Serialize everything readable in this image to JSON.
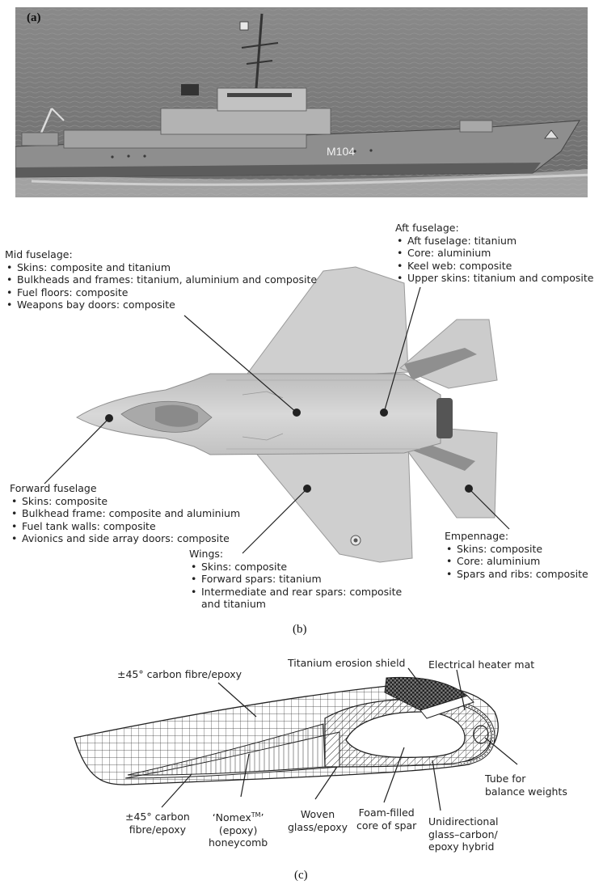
{
  "panel_a": {
    "label": "(a)",
    "hull_number": "M104"
  },
  "panel_b": {
    "caption": "(b)",
    "mid_fuselage": {
      "title": "Mid fuselage:",
      "items": [
        "Skins: composite and titanium",
        "Bulkheads and frames: titanium, aluminium and composite",
        "Fuel floors: composite",
        "Weapons bay doors: composite"
      ]
    },
    "aft_fuselage": {
      "title": "Aft fuselage:",
      "items": [
        "Aft fuselage: titanium",
        "Core: aluminium",
        "Keel web: composite",
        "Upper skins: titanium and composite"
      ]
    },
    "forward_fuselage": {
      "title": "Forward fuselage",
      "items": [
        "Skins: composite",
        "Bulkhead frame: composite and aluminium",
        "Fuel tank walls: composite",
        "Avionics and side array doors: composite"
      ]
    },
    "wings": {
      "title": "Wings:",
      "items": [
        "Skins: composite",
        "Forward spars: titanium",
        "Intermediate and rear spars: composite and titanium"
      ]
    },
    "empennage": {
      "title": "Empennage:",
      "items": [
        "Skins: composite",
        "Core: aluminium",
        "Spars and ribs: composite"
      ]
    }
  },
  "panel_c": {
    "caption": "(c)",
    "labels": {
      "top_carbon": "±45° carbon fibre/epoxy",
      "titanium_shield": "Titanium erosion shield",
      "heater_mat": "Electrical heater mat",
      "balance_tube_1": "Tube for",
      "balance_tube_2": "balance weights",
      "bottom_carbon_1": "±45° carbon",
      "bottom_carbon_2": "fibre/epoxy",
      "nomex_1": "‘Nomex",
      "nomex_tm": "TM",
      "nomex_1b": "’",
      "nomex_2": "(epoxy)",
      "nomex_3": "honeycomb",
      "woven_1": "Woven",
      "woven_2": "glass/epoxy",
      "foam_1": "Foam-filled",
      "foam_2": "core of spar",
      "uni_1": "Unidirectional",
      "uni_2": "glass–carbon/",
      "uni_3": "epoxy hybrid"
    }
  }
}
